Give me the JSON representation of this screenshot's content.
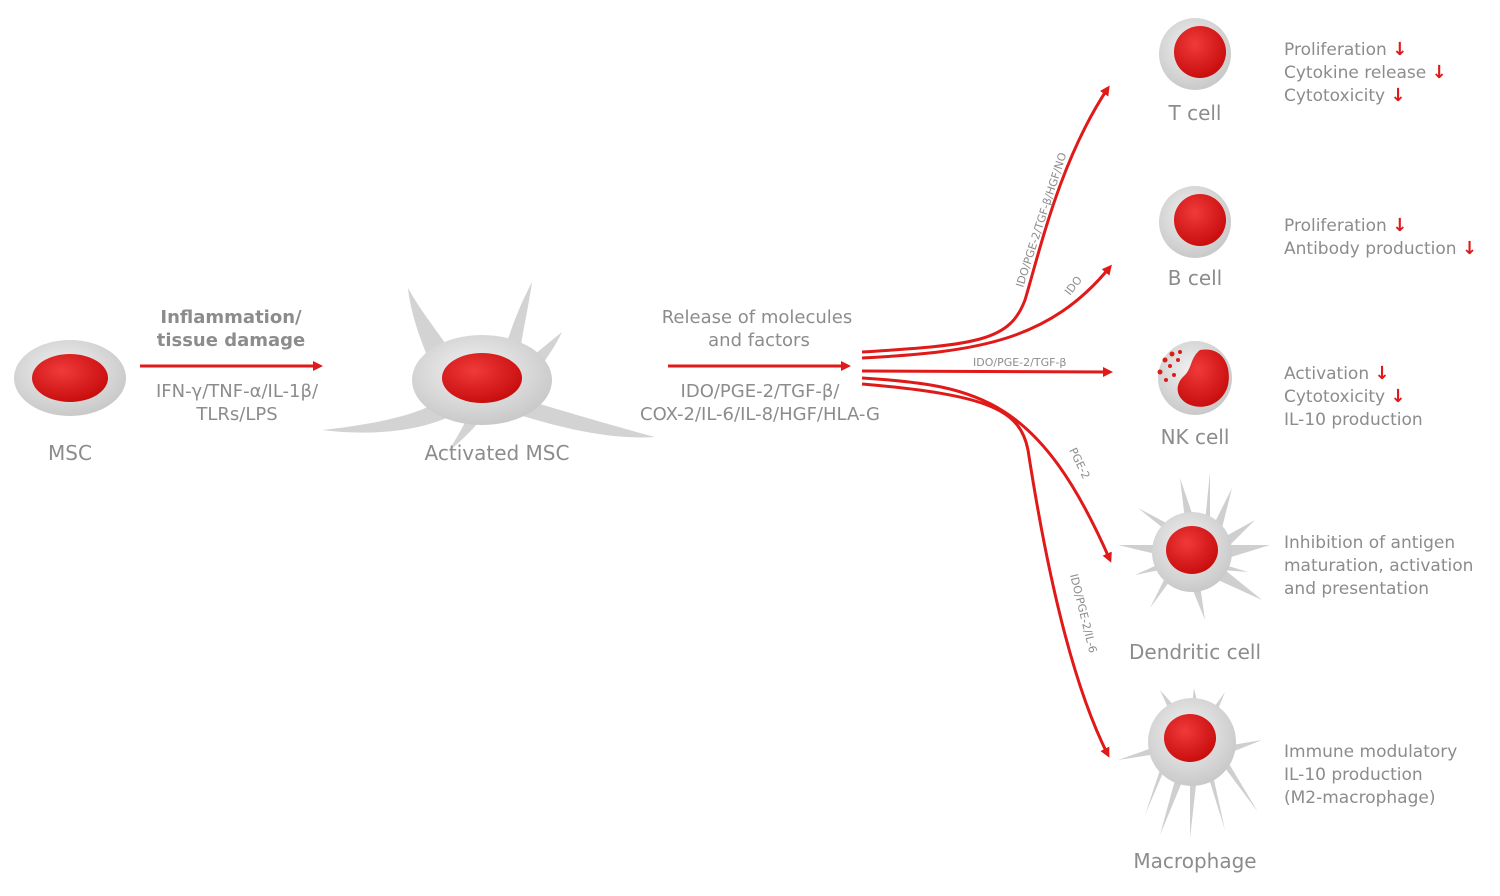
{
  "colors": {
    "red": "#e01919",
    "gray": "#8c8c8c",
    "cell_gray": "#d6d6d6"
  },
  "msc": {
    "label": "MSC"
  },
  "step1": {
    "title_line1": "Inflammation/",
    "title_line2": "tissue damage",
    "sub_line1": "IFN-γ/TNF-α/IL-1β/",
    "sub_line2": "TLRs/LPS"
  },
  "activated": {
    "label": "Activated MSC"
  },
  "step2": {
    "title_line1": "Release of molecules",
    "title_line2": "and factors",
    "sub_line1": "IDO/PGE-2/TGF-β/",
    "sub_line2": "COX-2/IL-6/IL-8/HGF/HLA-G"
  },
  "targets": [
    {
      "name": "T cell",
      "path_label": "IDO/PGE-2/TGF-β/HGF/NO",
      "effects": [
        {
          "text": "Proliferation",
          "down": true
        },
        {
          "text": "Cytokine release",
          "down": true
        },
        {
          "text": "Cytotoxicity",
          "down": true
        }
      ]
    },
    {
      "name": "B cell",
      "path_label": "IDO",
      "effects": [
        {
          "text": "Proliferation",
          "down": true
        },
        {
          "text": "Antibody production",
          "down": true
        }
      ]
    },
    {
      "name": "NK cell",
      "path_label": "IDO/PGE-2/TGF-β",
      "effects": [
        {
          "text": "Activation",
          "down": true
        },
        {
          "text": "Cytotoxicity",
          "down": true
        },
        {
          "text": "IL-10 production",
          "down": false
        }
      ]
    },
    {
      "name": "Dendritic cell",
      "path_label": "PGE-2",
      "effects": [
        {
          "text": "Inhibition of antigen",
          "down": false
        },
        {
          "text": "maturation, activation",
          "down": false
        },
        {
          "text": "and presentation",
          "down": false
        }
      ]
    },
    {
      "name": "Macrophage",
      "path_label": "IDO/PGE-2/IL-6",
      "effects": [
        {
          "text": "Immune modulatory",
          "down": false
        },
        {
          "text": "IL-10 production",
          "down": false
        },
        {
          "text": "(M2-macrophage)",
          "down": false
        }
      ]
    }
  ]
}
